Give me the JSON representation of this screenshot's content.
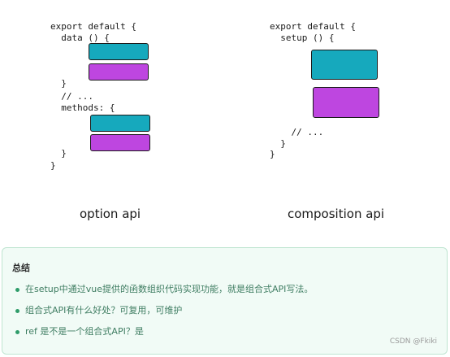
{
  "diagram": {
    "left": {
      "lines": [
        "export default {",
        "  data () {",
        "  }",
        "  // ...",
        "  methods: {",
        "  }",
        "}"
      ],
      "caption": "option api"
    },
    "right": {
      "lines": [
        "export default {",
        "  setup () {",
        "    // ...",
        "  }",
        "}"
      ],
      "caption": "composition api"
    },
    "colors": {
      "teal": "#16a9bd",
      "purple": "#be46e0"
    }
  },
  "summary": {
    "title": "总结",
    "items": [
      "在setup中通过vue提供的函数组织代码实现功能，就是组合式API写法。",
      "组合式API有什么好处？可复用，可维护",
      "ref 是不是一个组合式API？是"
    ]
  },
  "watermark": "CSDN @Fkiki"
}
